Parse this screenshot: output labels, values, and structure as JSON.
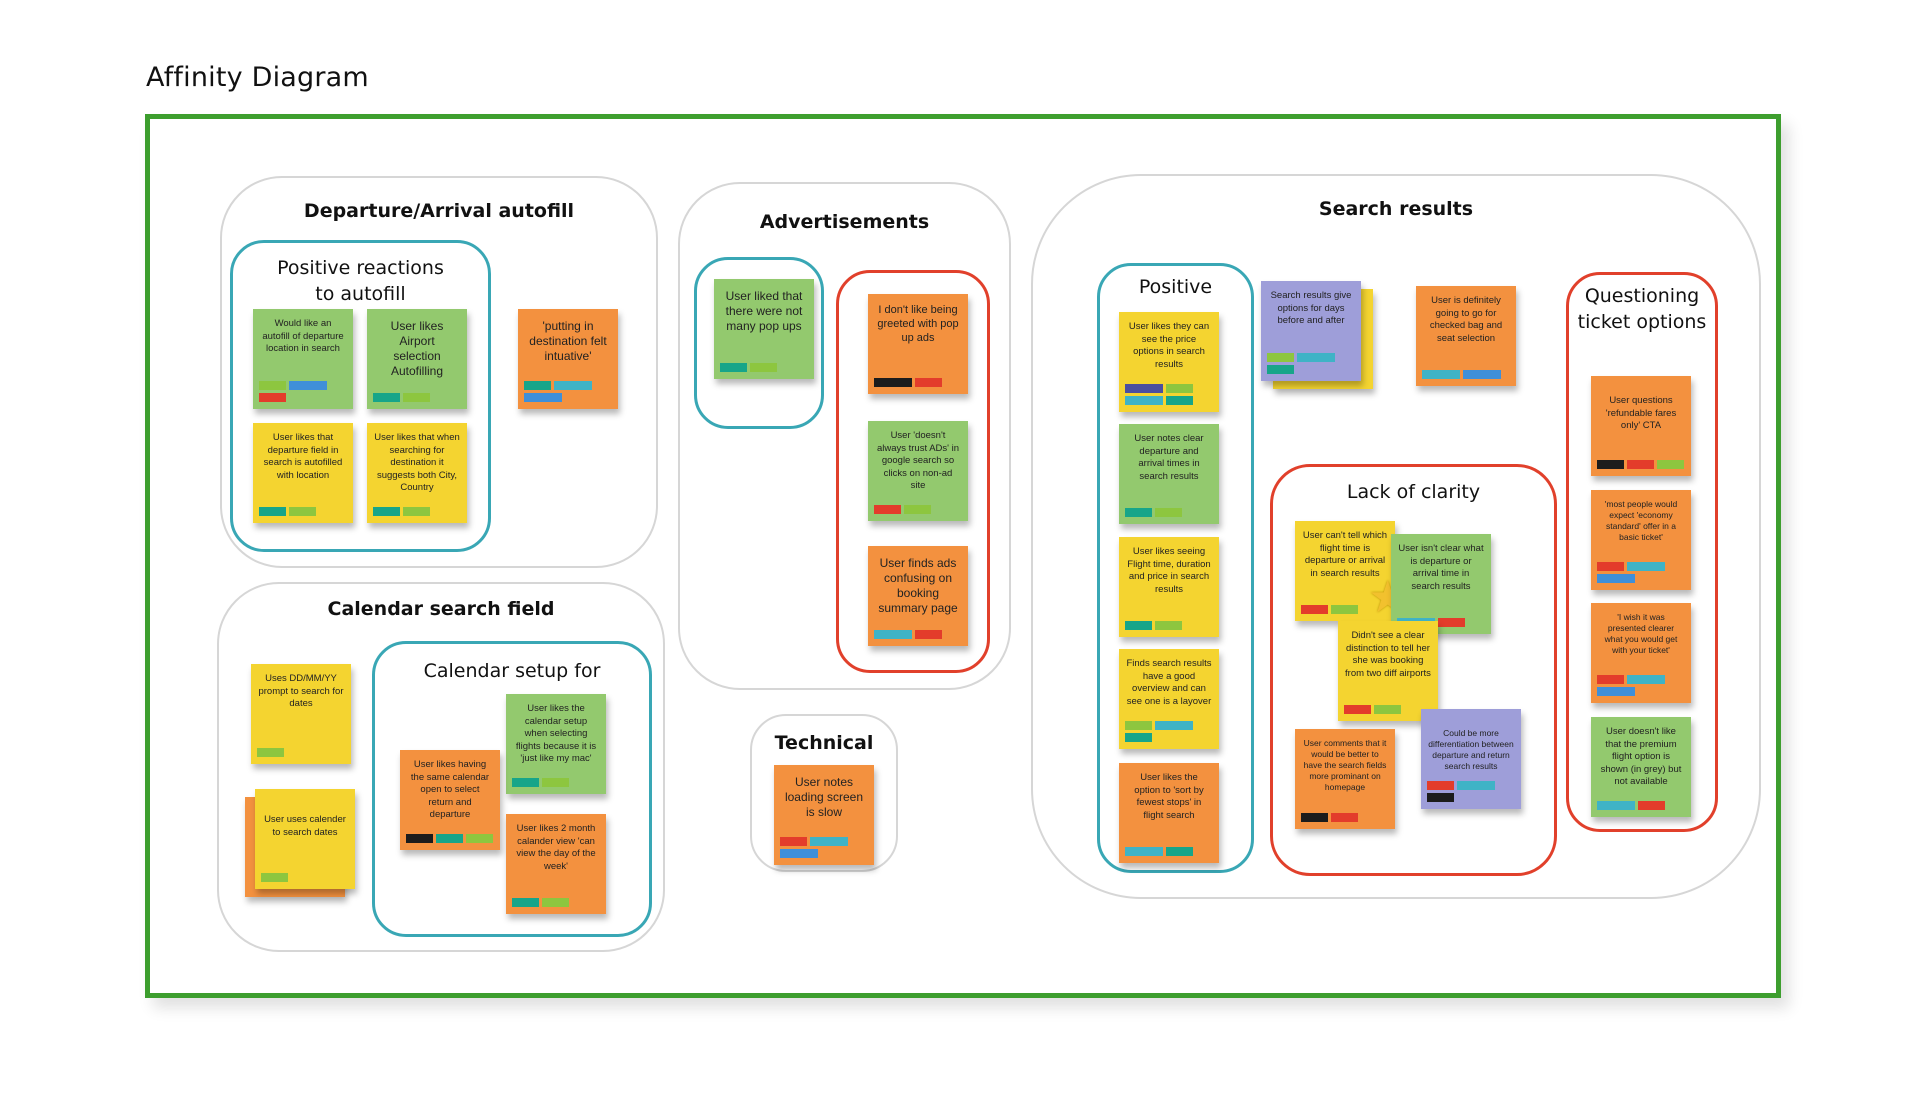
{
  "title": "Affinity Diagram",
  "groups": {
    "departure": {
      "label": "Departure/Arrival autofill",
      "positive_label": "Positive reactions to autofill",
      "notes": [
        "Would like an autofill of departure location in search",
        "User likes Airport selection Autofilling",
        "User likes that departure field in search is autofilled with location",
        "User likes that when searching for destination it suggests both City, Country",
        "'putting in destination felt intuative'"
      ]
    },
    "calendar": {
      "label": "Calendar search field",
      "setup_label": "Calendar setup for",
      "notes": [
        "Uses DD/MM/YY prompt to search for dates",
        "User uses calender to search dates",
        "User likes the calendar setup when selecting flights because it is 'just like my mac'",
        "User likes having the same calendar open to select return and departure",
        "User likes 2 month calander view 'can view the day of the week'"
      ]
    },
    "ads": {
      "label": "Advertisements",
      "notes": [
        "User liked that there were not many pop ups",
        "I don't like being greeted with pop up ads",
        "User 'doesn't always trust ADs' in google search so clicks on non-ad site",
        "User finds ads confusing on booking summary page"
      ]
    },
    "technical": {
      "label": "Technical",
      "notes": [
        "User notes loading screen is slow"
      ]
    },
    "search": {
      "label": "Search results",
      "positive_label": "Positive",
      "clarity_label": "Lack of clarity",
      "questioning_label": "Questioning ticket options",
      "notes": [
        "User likes they can see the price options in search results",
        "User notes clear departure and arrival times in search results",
        "User likes seeing Flight time, duration and price in search results",
        "Finds search results have a good overview and can see one is a layover",
        "User likes the option to 'sort by fewest stops' in flight search",
        "Search results give options for days before and after",
        "User is definitely going to go for checked bag and seat selection",
        "User can't tell which flight time is departure or arrival in search results",
        "User isn't clear what is departure or arrival time in search results",
        "Didn't see a clear distinction to tell her she was booking from two diff airports",
        "User comments that it would be better to have the search fields more prominant on homepage",
        "Could be more differentiation between departure and return search results",
        "User questions 'refundable fares only' CTA",
        "'most people would expect 'economy standard' offer in a basic ticket'",
        "'I wish it was presented clearer what you would get with your ticket'",
        "User doesn't like that the premium flight option is shown (in grey) but not available"
      ]
    }
  },
  "colors": {
    "board_border": "#3d9e2e",
    "sticky_yellow": "#f4d430",
    "sticky_green": "#93c96e",
    "sticky_orange": "#f3913f",
    "sticky_purple": "#9e9ed9",
    "positive_outline": "#39a7b5",
    "negative_outline": "#e1402b"
  },
  "icons": [
    "star-icon"
  ]
}
